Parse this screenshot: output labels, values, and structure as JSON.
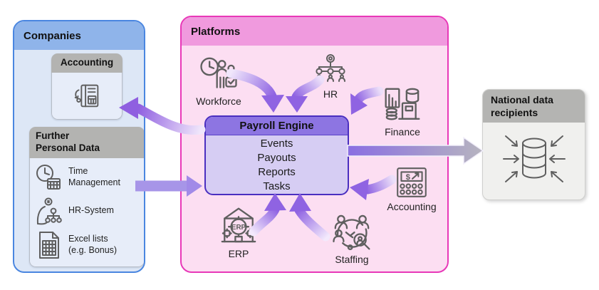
{
  "companies": {
    "title": "Companies",
    "accounting": {
      "title": "Accounting",
      "icon": "ledger-calculator-icon"
    },
    "further": {
      "title_lines": [
        "Further",
        "Personal Data"
      ],
      "items": [
        {
          "label_lines": [
            "Time",
            "Management"
          ],
          "icon": "clock-calendar-icon"
        },
        {
          "label_lines": [
            "HR-System",
            ""
          ],
          "icon": "person-gear-orgchart-icon"
        },
        {
          "label_lines": [
            "Excel lists",
            "(e.g. Bonus)"
          ],
          "icon": "spreadsheet-icon"
        }
      ]
    }
  },
  "platforms": {
    "title": "Platforms",
    "nodes": [
      {
        "label": "Workforce",
        "icon": "clock-people-icon"
      },
      {
        "label": "HR",
        "icon": "org-chart-icon"
      },
      {
        "label": "Finance",
        "icon": "coins-chart-icon"
      },
      {
        "label": "Accounting",
        "icon": "calculator-dollar-icon",
        "icon_text": "$"
      },
      {
        "label": "Staffing",
        "icon": "people-handshake-search-icon"
      },
      {
        "label": "ERP",
        "icon": "erp-building-gears-icon",
        "icon_text": "ERP"
      }
    ],
    "engine": {
      "title": "Payroll Engine",
      "items": [
        "Events",
        "Payouts",
        "Reports",
        "Tasks"
      ]
    }
  },
  "recipients": {
    "title_lines": [
      "National data",
      "recipients"
    ],
    "icon": "database-inbound-arrows-icon"
  },
  "arrows": [
    "engine-to-companies-accounting",
    "time-management-to-engine",
    "workforce-to-engine",
    "hr-to-engine",
    "finance-to-engine",
    "erp-to-engine",
    "staffing-to-engine",
    "accounting-to-engine",
    "engine-to-national-data-recipients"
  ],
  "colors": {
    "companies_header": "#8fb4ea",
    "companies_body": "#dde7f6",
    "companies_border": "#4a86e0",
    "platforms_header": "#f09ade",
    "platforms_body": "#fcdef2",
    "platforms_border": "#e838b8",
    "engine_header": "#8d75e2",
    "engine_body": "#d6cdf3",
    "engine_border": "#4a2fc0",
    "recipients_header": "#b4b4b2",
    "recipients_body": "#f0f0ee",
    "subbox_header_gray": "#b3b3b1",
    "arrow_purple": "#8f63e2",
    "arrow_light": "#f0e6fb",
    "arrow_straight": "#a795e8",
    "big_arrow_gray": "#b7b5bf"
  }
}
